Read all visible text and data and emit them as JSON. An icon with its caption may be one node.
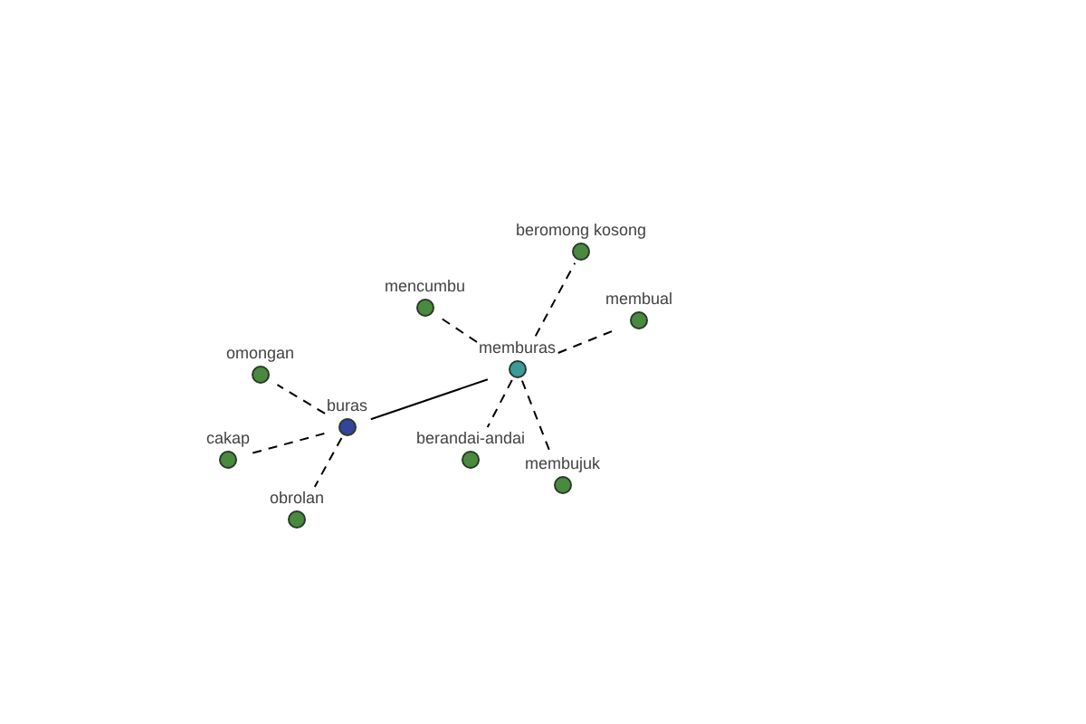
{
  "diagram": {
    "nodes": [
      {
        "text": [
          "beromong kosong"
        ]
      },
      {
        "text": [
          "mencumbu"
        ]
      },
      {
        "text": [
          "membual"
        ]
      },
      {
        "text": [
          "memburas"
        ]
      },
      {
        "text": [
          "omongan"
        ]
      },
      {
        "text": [
          "buras"
        ]
      },
      {
        "text": [
          "cakap"
        ]
      },
      {
        "text": [
          "berandai-andai"
        ]
      },
      {
        "text": [
          "membujuk"
        ]
      },
      {
        "text": [
          "obrolan"
        ]
      }
    ],
    "edges": [
      {
        "from": 5,
        "to": 3,
        "arrow": "none"
      },
      {
        "from": 5,
        "to": 4,
        "arrow": "none",
        "style": "dashed"
      },
      {
        "from": 5,
        "to": 6,
        "arrow": "none",
        "style": "dashed"
      },
      {
        "from": 5,
        "to": 9,
        "arrow": "none",
        "style": "dashed"
      },
      {
        "from": 3,
        "to": 1,
        "arrow": "none",
        "style": "dashed"
      },
      {
        "from": 3,
        "to": 0,
        "arrow": "none",
        "style": "dashed"
      },
      {
        "from": 3,
        "to": 2,
        "arrow": "none",
        "style": "dashed"
      },
      {
        "from": 3,
        "to": 7,
        "arrow": "none",
        "style": "dashed"
      },
      {
        "from": 3,
        "to": 8,
        "arrow": "none",
        "style": "dashed"
      }
    ]
  }
}
